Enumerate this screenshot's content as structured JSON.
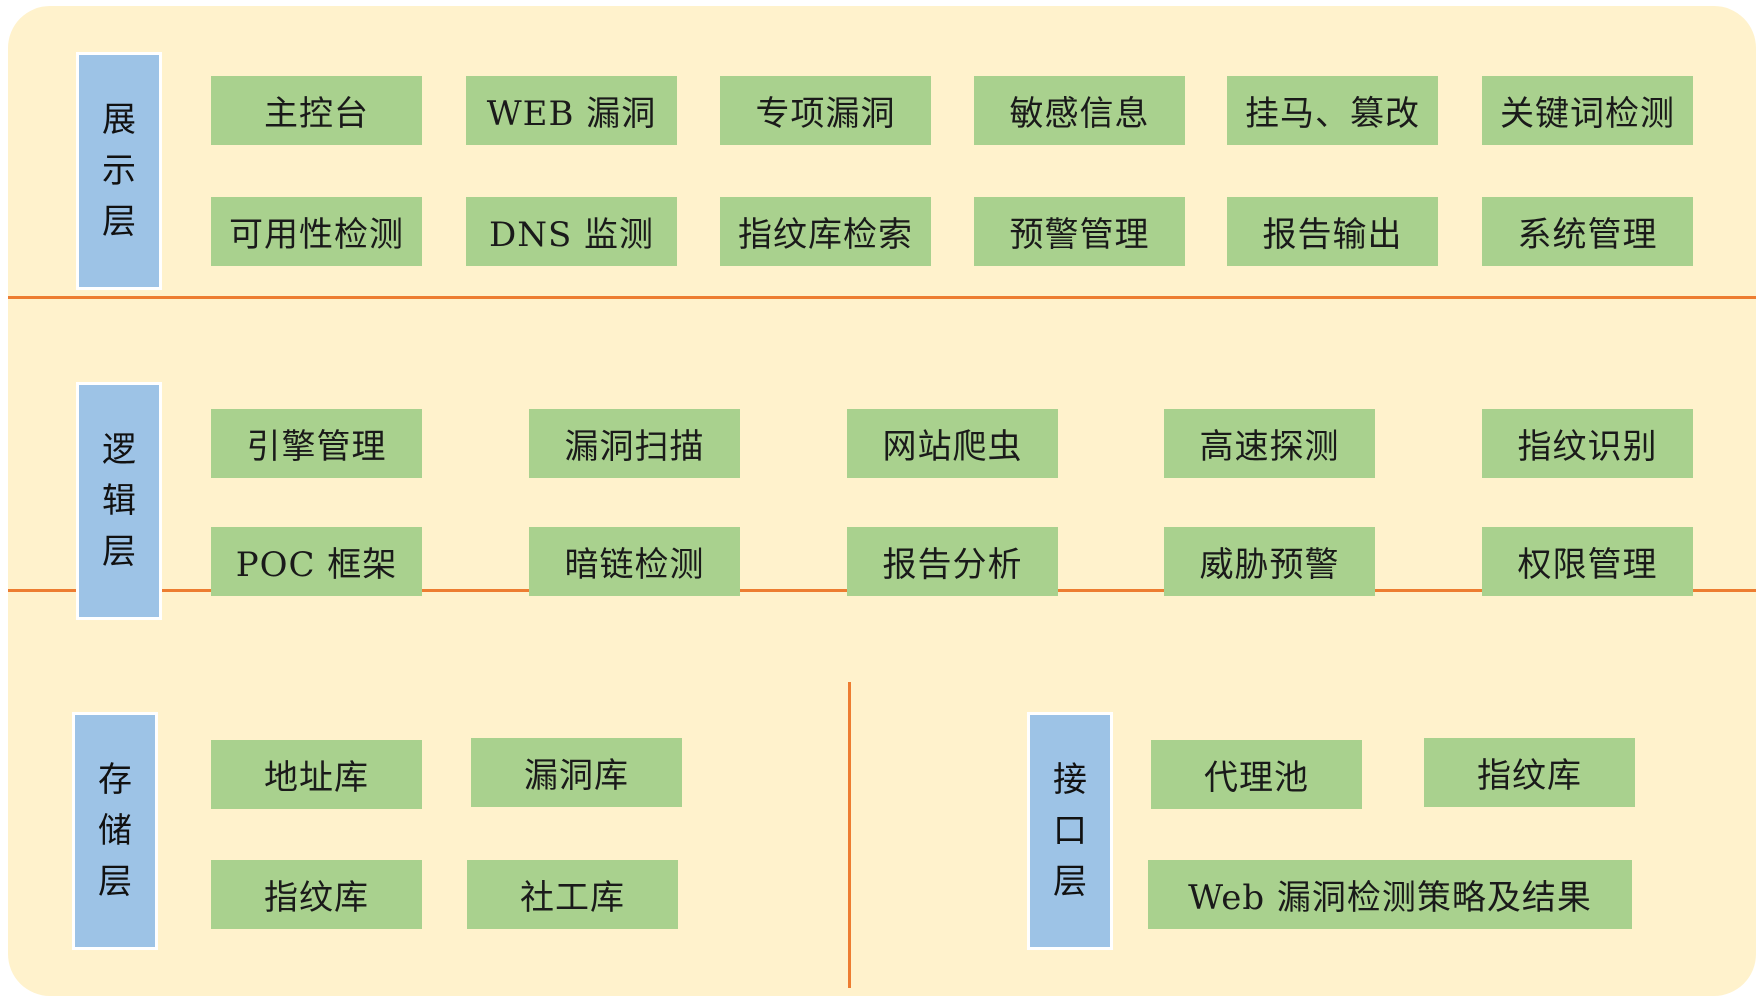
{
  "colors": {
    "background": "#fff2cc",
    "divider": "#ed7d31",
    "layer_label": "#9dc3e6",
    "module_box": "#a9d18e"
  },
  "presentation": {
    "label": [
      "展",
      "示",
      "层"
    ],
    "modules": [
      "主控台",
      "WEB 漏洞",
      "专项漏洞",
      "敏感信息",
      "挂马、篡改",
      "关键词检测",
      "可用性检测",
      "DNS 监测",
      "指纹库检索",
      "预警管理",
      "报告输出",
      "系统管理"
    ]
  },
  "logic": {
    "label": [
      "逻",
      "辑",
      "层"
    ],
    "modules": [
      "引擎管理",
      "漏洞扫描",
      "网站爬虫",
      "高速探测",
      "指纹识别",
      "POC 框架",
      "暗链检测",
      "报告分析",
      "威胁预警",
      "权限管理"
    ]
  },
  "storage": {
    "label": [
      "存",
      "储",
      "层"
    ],
    "modules": [
      "地址库",
      "漏洞库",
      "指纹库",
      "社工库"
    ]
  },
  "interface": {
    "label": [
      "接",
      "口",
      "层"
    ],
    "modules": [
      "代理池",
      "指纹库",
      "Web 漏洞检测策略及结果"
    ]
  }
}
